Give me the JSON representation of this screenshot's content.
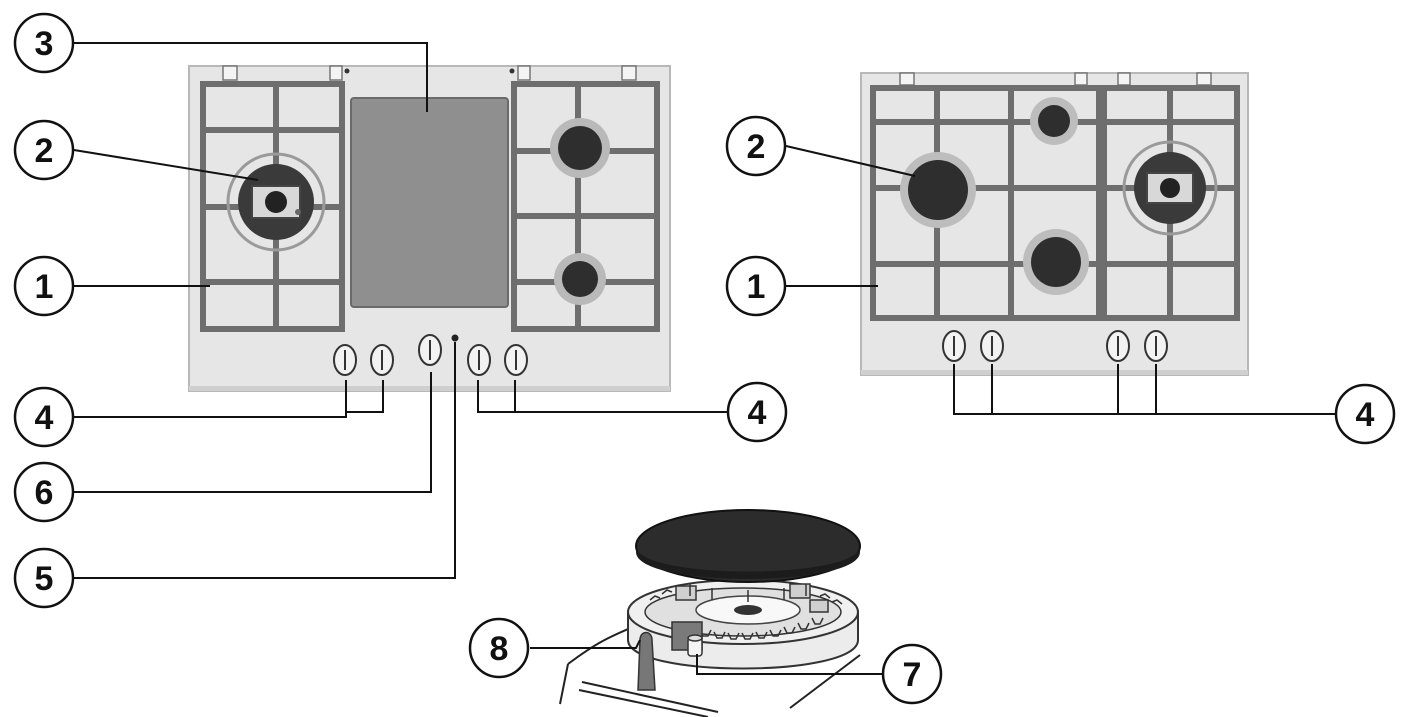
{
  "colors": {
    "panel": "#e4e4e4",
    "panel_edge": "#bdbdbd",
    "grate": "#6b6b6b",
    "burner": "#2c2c2c",
    "plate": "#8c8c8c",
    "callout_line": "#111111"
  },
  "callouts": {
    "c1_left": "1",
    "c2_left": "2",
    "c3": "3",
    "c4_left": "4",
    "c4_mid": "4",
    "c6": "6",
    "c5": "5",
    "c2_right": "2",
    "c1_right": "1",
    "c4_right": "4",
    "c8": "8",
    "c7": "7"
  }
}
